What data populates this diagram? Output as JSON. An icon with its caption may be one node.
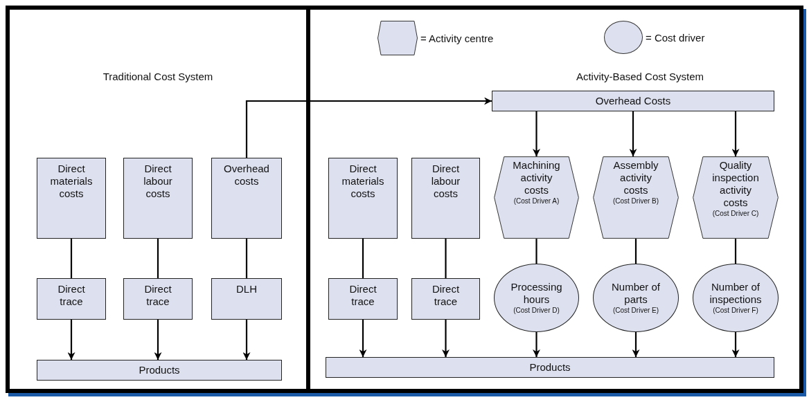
{
  "diagram": {
    "nodes": [
      {
        "text": [
          "Traditional Cost System"
        ]
      },
      {
        "text": [
          "Activity-Based Cost System"
        ]
      },
      {
        "text": [
          "Direct materials costs"
        ],
        "in": 0
      },
      {
        "text": [
          "Direct labour costs"
        ],
        "in": 0
      },
      {
        "text": [
          "Overhead costs"
        ],
        "in": 0
      },
      {
        "text": [
          "Direct trace"
        ],
        "in": 0
      },
      {
        "text": [
          "Direct trace"
        ],
        "in": 0
      },
      {
        "text": [
          "DLH"
        ],
        "in": 0
      },
      {
        "text": [
          "Products"
        ],
        "in": 0
      },
      {
        "text": [
          "Overhead Costs"
        ],
        "in": 1
      },
      {
        "text": [
          "Direct materials costs"
        ],
        "in": 1
      },
      {
        "text": [
          "Direct labour costs"
        ],
        "in": 1
      },
      {
        "text": [
          "Machining activity costs",
          "(Cost Driver A)"
        ],
        "in": 1
      },
      {
        "text": [
          "Assembly activity costs",
          "(Cost Driver B)"
        ],
        "in": 1
      },
      {
        "text": [
          "Quality inspection activity costs",
          "(Cost Driver C)"
        ],
        "in": 1
      },
      {
        "text": [
          "Direct trace"
        ],
        "in": 1
      },
      {
        "text": [
          "Direct trace"
        ],
        "in": 1
      },
      {
        "text": [
          "Processing hours",
          "(Cost Driver D)"
        ],
        "in": 1
      },
      {
        "text": [
          "Number of parts",
          "(Cost Driver E)"
        ],
        "in": 1
      },
      {
        "text": [
          "Number of inspections",
          "(Cost Driver F)"
        ],
        "in": 1
      },
      {
        "text": [
          "Products"
        ],
        "in": 1
      }
    ],
    "edges": [
      {
        "from": 2,
        "to": 5,
        "arrow": "none"
      },
      {
        "from": 3,
        "to": 6,
        "arrow": "none"
      },
      {
        "from": 4,
        "to": 7,
        "arrow": "none"
      },
      {
        "from": 5,
        "to": 8,
        "arrow": "to"
      },
      {
        "from": 6,
        "to": 8,
        "arrow": "to"
      },
      {
        "from": 7,
        "to": 8,
        "arrow": "to"
      },
      {
        "from": 4,
        "to": 9,
        "arrow": "to"
      },
      {
        "from": 9,
        "to": 12,
        "arrow": "to"
      },
      {
        "from": 9,
        "to": 13,
        "arrow": "to"
      },
      {
        "from": 9,
        "to": 14,
        "arrow": "to"
      },
      {
        "from": 10,
        "to": 15,
        "arrow": "none"
      },
      {
        "from": 11,
        "to": 16,
        "arrow": "none"
      },
      {
        "from": 12,
        "to": 17,
        "arrow": "none"
      },
      {
        "from": 13,
        "to": 18,
        "arrow": "none"
      },
      {
        "from": 14,
        "to": 19,
        "arrow": "none"
      },
      {
        "from": 15,
        "to": 20,
        "arrow": "to"
      },
      {
        "from": 16,
        "to": 20,
        "arrow": "to"
      },
      {
        "from": 17,
        "to": 20,
        "arrow": "to"
      },
      {
        "from": 18,
        "to": 20,
        "arrow": "to"
      },
      {
        "from": 19,
        "to": 20,
        "arrow": "to"
      }
    ],
    "legend": [
      {
        "text": "= Activity centre"
      },
      {
        "text": "= Cost driver"
      }
    ]
  }
}
